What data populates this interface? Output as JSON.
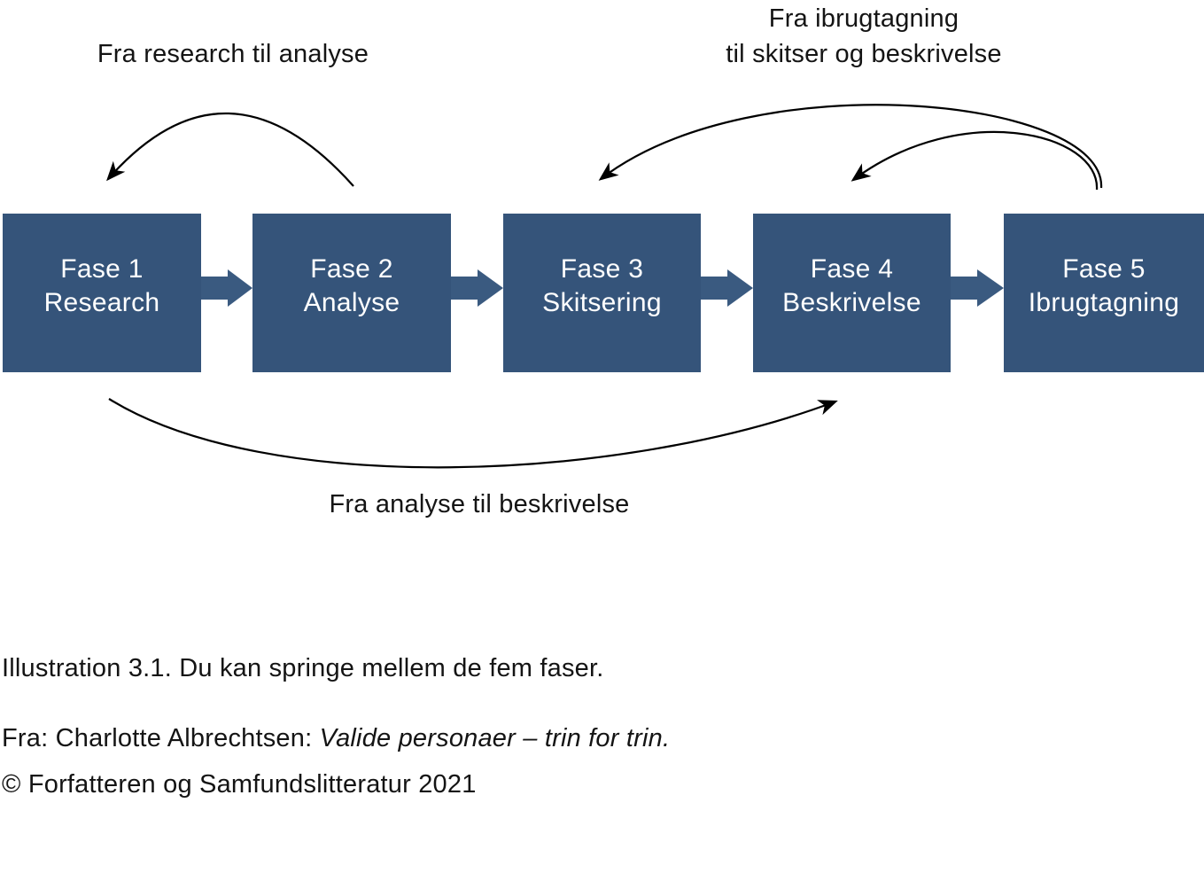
{
  "colors": {
    "box": "#35547a",
    "connector": "#3a5a80",
    "arc": "#000000",
    "box_text": "#ffffff",
    "body_text": "#141414"
  },
  "jump_labels": {
    "research_analyse": "Fra research til analyse",
    "ibrugtagning_line1": "Fra ibrugtagning",
    "ibrugtagning_line2": "til skitser og beskrivelse",
    "analyse_beskrivelse": "Fra analyse til beskrivelse"
  },
  "phases": [
    {
      "line1": "Fase 1",
      "line2": "Research"
    },
    {
      "line1": "Fase 2",
      "line2": "Analyse"
    },
    {
      "line1": "Fase 3",
      "line2": "Skitsering"
    },
    {
      "line1": "Fase 4",
      "line2": "Beskrivelse"
    },
    {
      "line1": "Fase 5",
      "line2": "Ibrugtagning"
    }
  ],
  "caption": {
    "line1": "Illustration 3.1. Du kan springe mellem de fem faser.",
    "line2_prefix": "Fra: Charlotte Albrechtsen: ",
    "line2_italic": "Valide personaer – trin for trin.",
    "line3": "© Forfatteren og Samfundslitteratur 2021"
  }
}
